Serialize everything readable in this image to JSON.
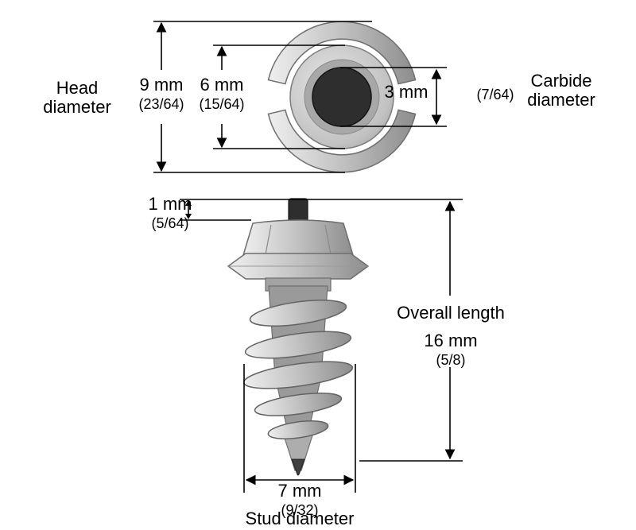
{
  "top_view": {
    "head_diameter_label": "Head diameter",
    "head_mm": "9 mm",
    "head_frac": "(23/64)",
    "inner_mm": "6 mm",
    "inner_frac": "(15/64)",
    "carbide_mm": "3 mm",
    "carbide_frac": "(7/64)",
    "carbide_diameter_label": "Carbide diameter"
  },
  "side_view": {
    "tip_mm": "1 mm",
    "tip_frac": "(5/64)",
    "overall_length_label": "Overall length",
    "overall_mm": "16 mm",
    "overall_frac": "(5/8)",
    "stud_mm": "7 mm",
    "stud_frac": "(9/32)",
    "stud_diameter_label": "Stud diameter"
  },
  "colors": {
    "background": "#ffffff",
    "dimension_line": "#000000",
    "metal_light": "#e9e9e9",
    "metal_mid": "#bdbdbd",
    "metal_dark": "#8d8d8d",
    "carbide": "#2e2e2e"
  }
}
